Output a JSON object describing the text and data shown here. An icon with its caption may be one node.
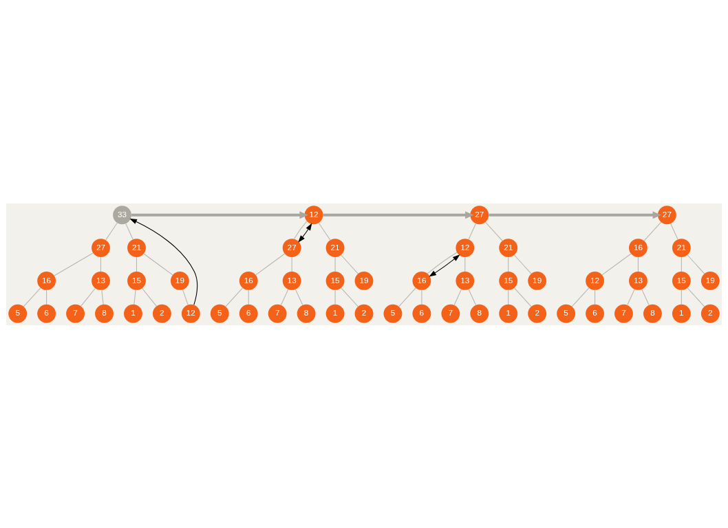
{
  "diagram": {
    "nodes": [
      {
        "text": [
          "33"
        ]
      },
      {
        "text": [
          "27"
        ]
      },
      {
        "text": [
          "21"
        ]
      },
      {
        "text": [
          "16"
        ]
      },
      {
        "text": [
          "13"
        ]
      },
      {
        "text": [
          "15"
        ]
      },
      {
        "text": [
          "19"
        ]
      },
      {
        "text": [
          "5"
        ]
      },
      {
        "text": [
          "6"
        ]
      },
      {
        "text": [
          "7"
        ]
      },
      {
        "text": [
          "8"
        ]
      },
      {
        "text": [
          "1"
        ]
      },
      {
        "text": [
          "2"
        ]
      },
      {
        "text": [
          "12"
        ]
      },
      {
        "text": [
          "12"
        ]
      },
      {
        "text": [
          "27"
        ]
      },
      {
        "text": [
          "21"
        ]
      },
      {
        "text": [
          "16"
        ]
      },
      {
        "text": [
          "13"
        ]
      },
      {
        "text": [
          "15"
        ]
      },
      {
        "text": [
          "19"
        ]
      },
      {
        "text": [
          "5"
        ]
      },
      {
        "text": [
          "6"
        ]
      },
      {
        "text": [
          "7"
        ]
      },
      {
        "text": [
          "8"
        ]
      },
      {
        "text": [
          "1"
        ]
      },
      {
        "text": [
          "2"
        ]
      },
      {
        "text": [
          "27"
        ]
      },
      {
        "text": [
          "12"
        ]
      },
      {
        "text": [
          "21"
        ]
      },
      {
        "text": [
          "16"
        ]
      },
      {
        "text": [
          "13"
        ]
      },
      {
        "text": [
          "15"
        ]
      },
      {
        "text": [
          "19"
        ]
      },
      {
        "text": [
          "5"
        ]
      },
      {
        "text": [
          "6"
        ]
      },
      {
        "text": [
          "7"
        ]
      },
      {
        "text": [
          "8"
        ]
      },
      {
        "text": [
          "1"
        ]
      },
      {
        "text": [
          "2"
        ]
      },
      {
        "text": [
          "27"
        ]
      },
      {
        "text": [
          "16"
        ]
      },
      {
        "text": [
          "21"
        ]
      },
      {
        "text": [
          "12"
        ]
      },
      {
        "text": [
          "13"
        ]
      },
      {
        "text": [
          "15"
        ]
      },
      {
        "text": [
          "19"
        ]
      },
      {
        "text": [
          "5"
        ]
      },
      {
        "text": [
          "6"
        ]
      },
      {
        "text": [
          "7"
        ]
      },
      {
        "text": [
          "8"
        ]
      },
      {
        "text": [
          "1"
        ]
      },
      {
        "text": [
          "2"
        ]
      }
    ],
    "edges": [
      {
        "from": 0,
        "to": 1,
        "arrow": "none"
      },
      {
        "from": 0,
        "to": 2,
        "arrow": "none"
      },
      {
        "from": 1,
        "to": 3,
        "arrow": "none"
      },
      {
        "from": 1,
        "to": 4,
        "arrow": "none"
      },
      {
        "from": 2,
        "to": 5,
        "arrow": "none"
      },
      {
        "from": 2,
        "to": 6,
        "arrow": "none"
      },
      {
        "from": 3,
        "to": 7,
        "arrow": "none"
      },
      {
        "from": 3,
        "to": 8,
        "arrow": "none"
      },
      {
        "from": 4,
        "to": 9,
        "arrow": "none"
      },
      {
        "from": 4,
        "to": 10,
        "arrow": "none"
      },
      {
        "from": 5,
        "to": 11,
        "arrow": "none"
      },
      {
        "from": 5,
        "to": 12,
        "arrow": "none"
      },
      {
        "from": 6,
        "to": 13,
        "arrow": "none"
      },
      {
        "from": 13,
        "to": 0,
        "arrow": "to",
        "color": "#000000"
      },
      {
        "from": 0,
        "to": 14,
        "arrow": "to",
        "style": "thick",
        "color": "#a9a69e"
      },
      {
        "from": 14,
        "to": 15,
        "arrow": "none"
      },
      {
        "from": 14,
        "to": 16,
        "arrow": "none"
      },
      {
        "from": 15,
        "to": 17,
        "arrow": "none"
      },
      {
        "from": 15,
        "to": 18,
        "arrow": "none"
      },
      {
        "from": 16,
        "to": 19,
        "arrow": "none"
      },
      {
        "from": 16,
        "to": 20,
        "arrow": "none"
      },
      {
        "from": 17,
        "to": 21,
        "arrow": "none"
      },
      {
        "from": 17,
        "to": 22,
        "arrow": "none"
      },
      {
        "from": 18,
        "to": 23,
        "arrow": "none"
      },
      {
        "from": 18,
        "to": 24,
        "arrow": "none"
      },
      {
        "from": 19,
        "to": 25,
        "arrow": "none"
      },
      {
        "from": 19,
        "to": 26,
        "arrow": "none"
      },
      {
        "from": 14,
        "to": 15,
        "arrow": "both",
        "color": "#000000"
      },
      {
        "from": 14,
        "to": 27,
        "arrow": "to",
        "style": "thick",
        "color": "#a9a69e"
      },
      {
        "from": 27,
        "to": 28,
        "arrow": "none"
      },
      {
        "from": 27,
        "to": 29,
        "arrow": "none"
      },
      {
        "from": 28,
        "to": 30,
        "arrow": "none"
      },
      {
        "from": 28,
        "to": 31,
        "arrow": "none"
      },
      {
        "from": 29,
        "to": 32,
        "arrow": "none"
      },
      {
        "from": 29,
        "to": 33,
        "arrow": "none"
      },
      {
        "from": 30,
        "to": 34,
        "arrow": "none"
      },
      {
        "from": 30,
        "to": 35,
        "arrow": "none"
      },
      {
        "from": 31,
        "to": 36,
        "arrow": "none"
      },
      {
        "from": 31,
        "to": 37,
        "arrow": "none"
      },
      {
        "from": 32,
        "to": 38,
        "arrow": "none"
      },
      {
        "from": 32,
        "to": 39,
        "arrow": "none"
      },
      {
        "from": 28,
        "to": 30,
        "arrow": "both",
        "color": "#000000"
      },
      {
        "from": 27,
        "to": 40,
        "arrow": "to",
        "style": "thick",
        "color": "#a9a69e"
      },
      {
        "from": 40,
        "to": 41,
        "arrow": "none"
      },
      {
        "from": 40,
        "to": 42,
        "arrow": "none"
      },
      {
        "from": 41,
        "to": 43,
        "arrow": "none"
      },
      {
        "from": 41,
        "to": 44,
        "arrow": "none"
      },
      {
        "from": 42,
        "to": 45,
        "arrow": "none"
      },
      {
        "from": 42,
        "to": 46,
        "arrow": "none"
      },
      {
        "from": 43,
        "to": 47,
        "arrow": "none"
      },
      {
        "from": 43,
        "to": 48,
        "arrow": "none"
      },
      {
        "from": 44,
        "to": 49,
        "arrow": "none"
      },
      {
        "from": 44,
        "to": 50,
        "arrow": "none"
      },
      {
        "from": 45,
        "to": 51,
        "arrow": "none"
      },
      {
        "from": 45,
        "to": 52,
        "arrow": "none"
      }
    ]
  }
}
